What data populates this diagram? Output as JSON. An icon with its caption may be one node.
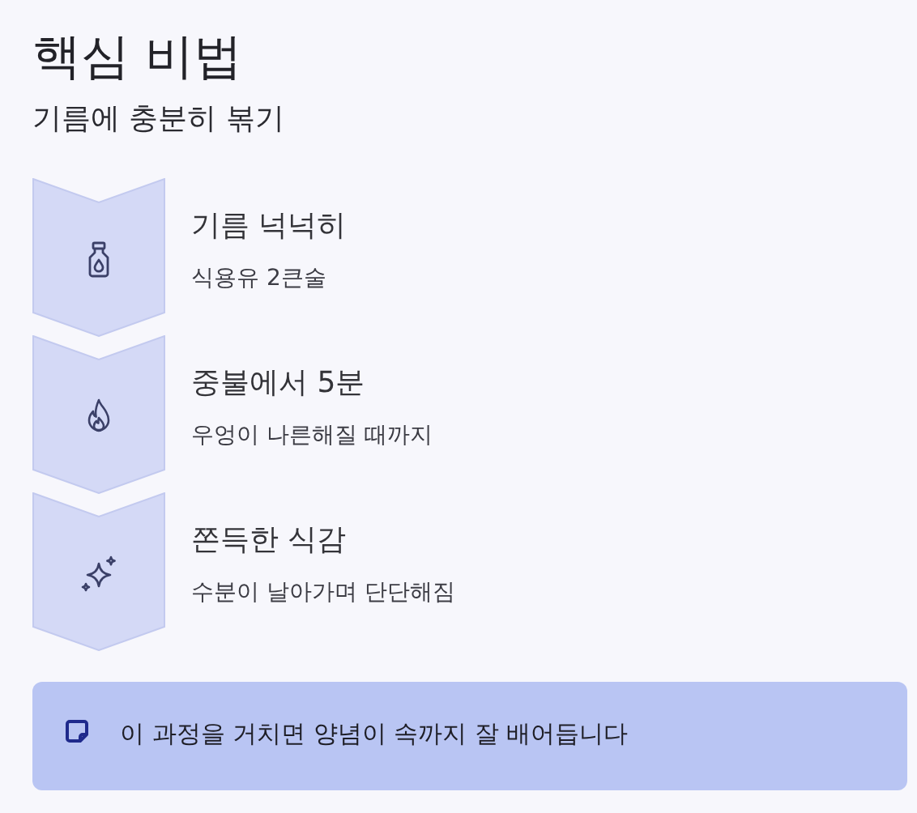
{
  "diagram": {
    "title": "핵심 비법",
    "nodes": [
      {
        "text": [
          "기름 넉넉히",
          "식용유 2큰술"
        ]
      },
      {
        "text": [
          "중불에서 5분",
          "우엉이 나른해질 때까지"
        ]
      },
      {
        "text": [
          "쫀득한 식감",
          "수분이 날아가며 단단해짐"
        ]
      },
      {
        "text": [
          "이 과정을 거치면 양념이 속까지 잘 배어듭니다"
        ]
      }
    ],
    "edges": [],
    "labels": [
      "기름에 충분히 볶기"
    ]
  }
}
